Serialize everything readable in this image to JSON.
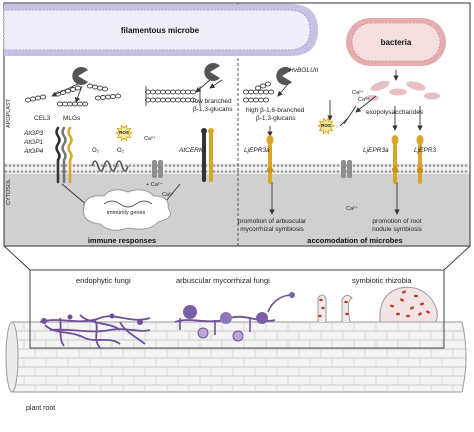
{
  "labels": {
    "filamentous_microbe": "filamentous microbe",
    "bacteria": "bacteria",
    "apoplast": "APOPLAST",
    "cytosol": "CYTOSOL",
    "cel3": "CEL3",
    "mlgs": "MLGs",
    "atgp3": "AtGP3",
    "atgp1": "AtGP1",
    "atgp4": "AtGP4",
    "o2_left": "O₂",
    "o2_right": "O₂",
    "ros_left": "ROS",
    "ros_right": "ROS",
    "ca_left_top": "Ca²⁺",
    "ca_left_mid": "Ca²⁺",
    "ca_left_low": "+ Ca²⁺",
    "low_branched_1": "low branched",
    "low_branched_2": "β-1,3-glucans",
    "atcerk1": "AtCERK1",
    "hvbglu": "HvBGLUII",
    "high_branched_1": "high β-1,6-branched",
    "high_branched_2": "β-1,3-glucans",
    "ljepr3a_left": "LjEPR3a",
    "ljepr3a_right": "LjEPR3a",
    "ljepr3": "LjEPR3",
    "exopolysaccharides": "exopolysaccharides",
    "ca_bact_1": "Ca²⁺",
    "ca_bact_2": "Ca²⁺",
    "ca_cytosol_mid": "Ca²⁺",
    "immunity_genes": "immunity genes",
    "promo_am_1": "promotion of arbuscular",
    "promo_am_2": "mycorrhizal symbiosis",
    "promo_rn_1": "promotion of root",
    "promo_rn_2": "nodule symbiosis",
    "immune_responses": "immune responses",
    "accomodation": "accomodation of microbes",
    "endophytic_fungi": "endophytic fungi",
    "amf": "arbuscular mycorrhizal fungi",
    "rhizobia": "symbiotic rhizobia",
    "plant_root": "plant root"
  },
  "colors": {
    "fungus_purple": "#7b5ea7",
    "fungus_light": "#d9d4ec",
    "bacteria_pink": "#e4aeb0",
    "bacteria_light": "#f6dede",
    "cytosol_gray": "#d0d0d0",
    "membrane_dot": "#9a9a9a",
    "receptor_gold": "#d9a62a",
    "receptor_black": "#333333",
    "rhizobia_red": "#c0392b"
  }
}
